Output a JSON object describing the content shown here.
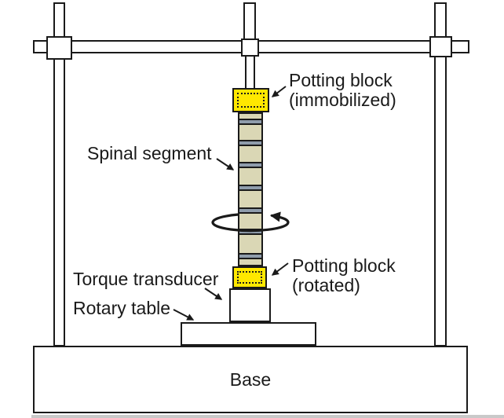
{
  "figure": {
    "labels": {
      "potting_block_top_line1": "Potting block",
      "potting_block_top_line2": "(immobilized)",
      "spinal_segment": "Spinal segment",
      "potting_block_bottom_line1": "Potting block",
      "potting_block_bottom_line2": "(rotated)",
      "torque_transducer": "Torque transducer",
      "rotary_table": "Rotary table",
      "base": "Base"
    },
    "colors": {
      "potting_block": "#ffe800",
      "vertebra": "#dad7b5",
      "disc": "#8f9cab",
      "line": "#1a1a1a",
      "background": "#ffffff"
    },
    "icons": {
      "rotation_arrow": "elliptical-rotation-arrow",
      "label_arrow": "pointer-arrow"
    }
  }
}
